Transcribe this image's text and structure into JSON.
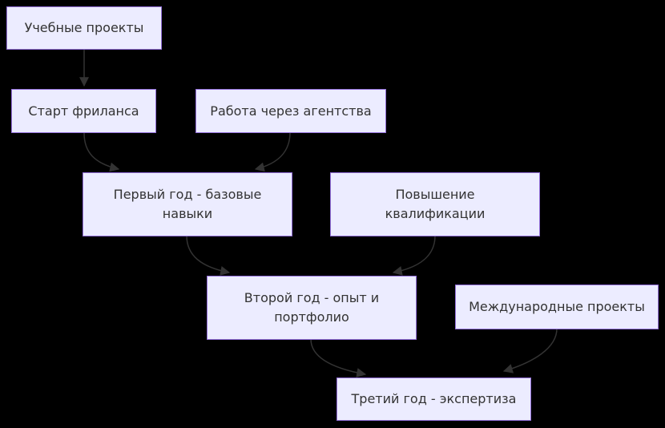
{
  "diagram": {
    "type": "flowchart",
    "direction": "top-down",
    "colors": {
      "background": "#000000",
      "node_fill": "#ECECFF",
      "node_border": "#9370DB",
      "text_color": "#333333",
      "edge_color": "#333333"
    },
    "nodes": [
      {
        "label": "Учебные проекты"
      },
      {
        "label": "Старт фриланса"
      },
      {
        "label": "Работа через агентства"
      },
      {
        "label": "Первый год - базовые\nнавыки"
      },
      {
        "label": "Повышение\nквалификации"
      },
      {
        "label": "Второй год - опыт и\nпортфолио"
      },
      {
        "label": "Международные проекты"
      },
      {
        "label": "Третий год - экспертиза"
      }
    ],
    "edges": [
      {
        "from": 0,
        "to": 1
      },
      {
        "from": 1,
        "to": 3
      },
      {
        "from": 2,
        "to": 3
      },
      {
        "from": 3,
        "to": 5
      },
      {
        "from": 4,
        "to": 5
      },
      {
        "from": 5,
        "to": 7
      },
      {
        "from": 6,
        "to": 7
      }
    ]
  }
}
